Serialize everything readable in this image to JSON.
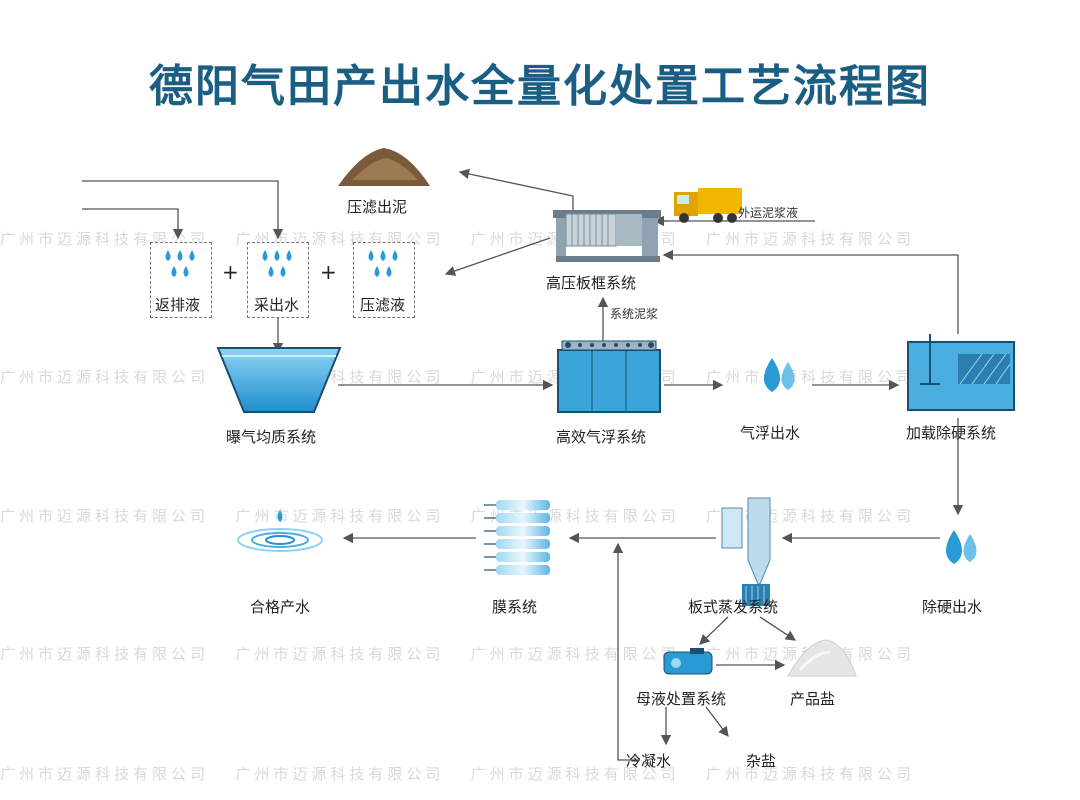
{
  "title": "德阳气田产出水全量化处置工艺流程图",
  "watermark": "广州市迈源科技有限公司",
  "inputs": {
    "fanpaiye": "返排液",
    "caichushui": "采出水",
    "yalvye": "压滤液"
  },
  "plus": "+",
  "nodes": {
    "yalvchuni": "压滤出泥",
    "waiyunnijiangye": "外运泥浆液",
    "gaoyabankuang": "高压板框系统",
    "xitongnijiang": "系统泥浆",
    "baoqijunzhi": "曝气均质系统",
    "gaoxiaoqifu": "高效气浮系统",
    "qifuchushui": "气浮出水",
    "jiazaichuying": "加载除硬系统",
    "chuyingchushui": "除硬出水",
    "banshizhengfa": "板式蒸发系统",
    "moxitong": "膜系统",
    "hegechanshui": "合格产水",
    "muyechuzhi": "母液处置系统",
    "chanpinyan": "产品盐",
    "lengningshui": "冷凝水",
    "zayan": "杂盐"
  },
  "colors": {
    "title": "#1a5f83",
    "water": "#2a9ad6",
    "arrow": "#555555",
    "watermark": "#d9d9d9"
  }
}
